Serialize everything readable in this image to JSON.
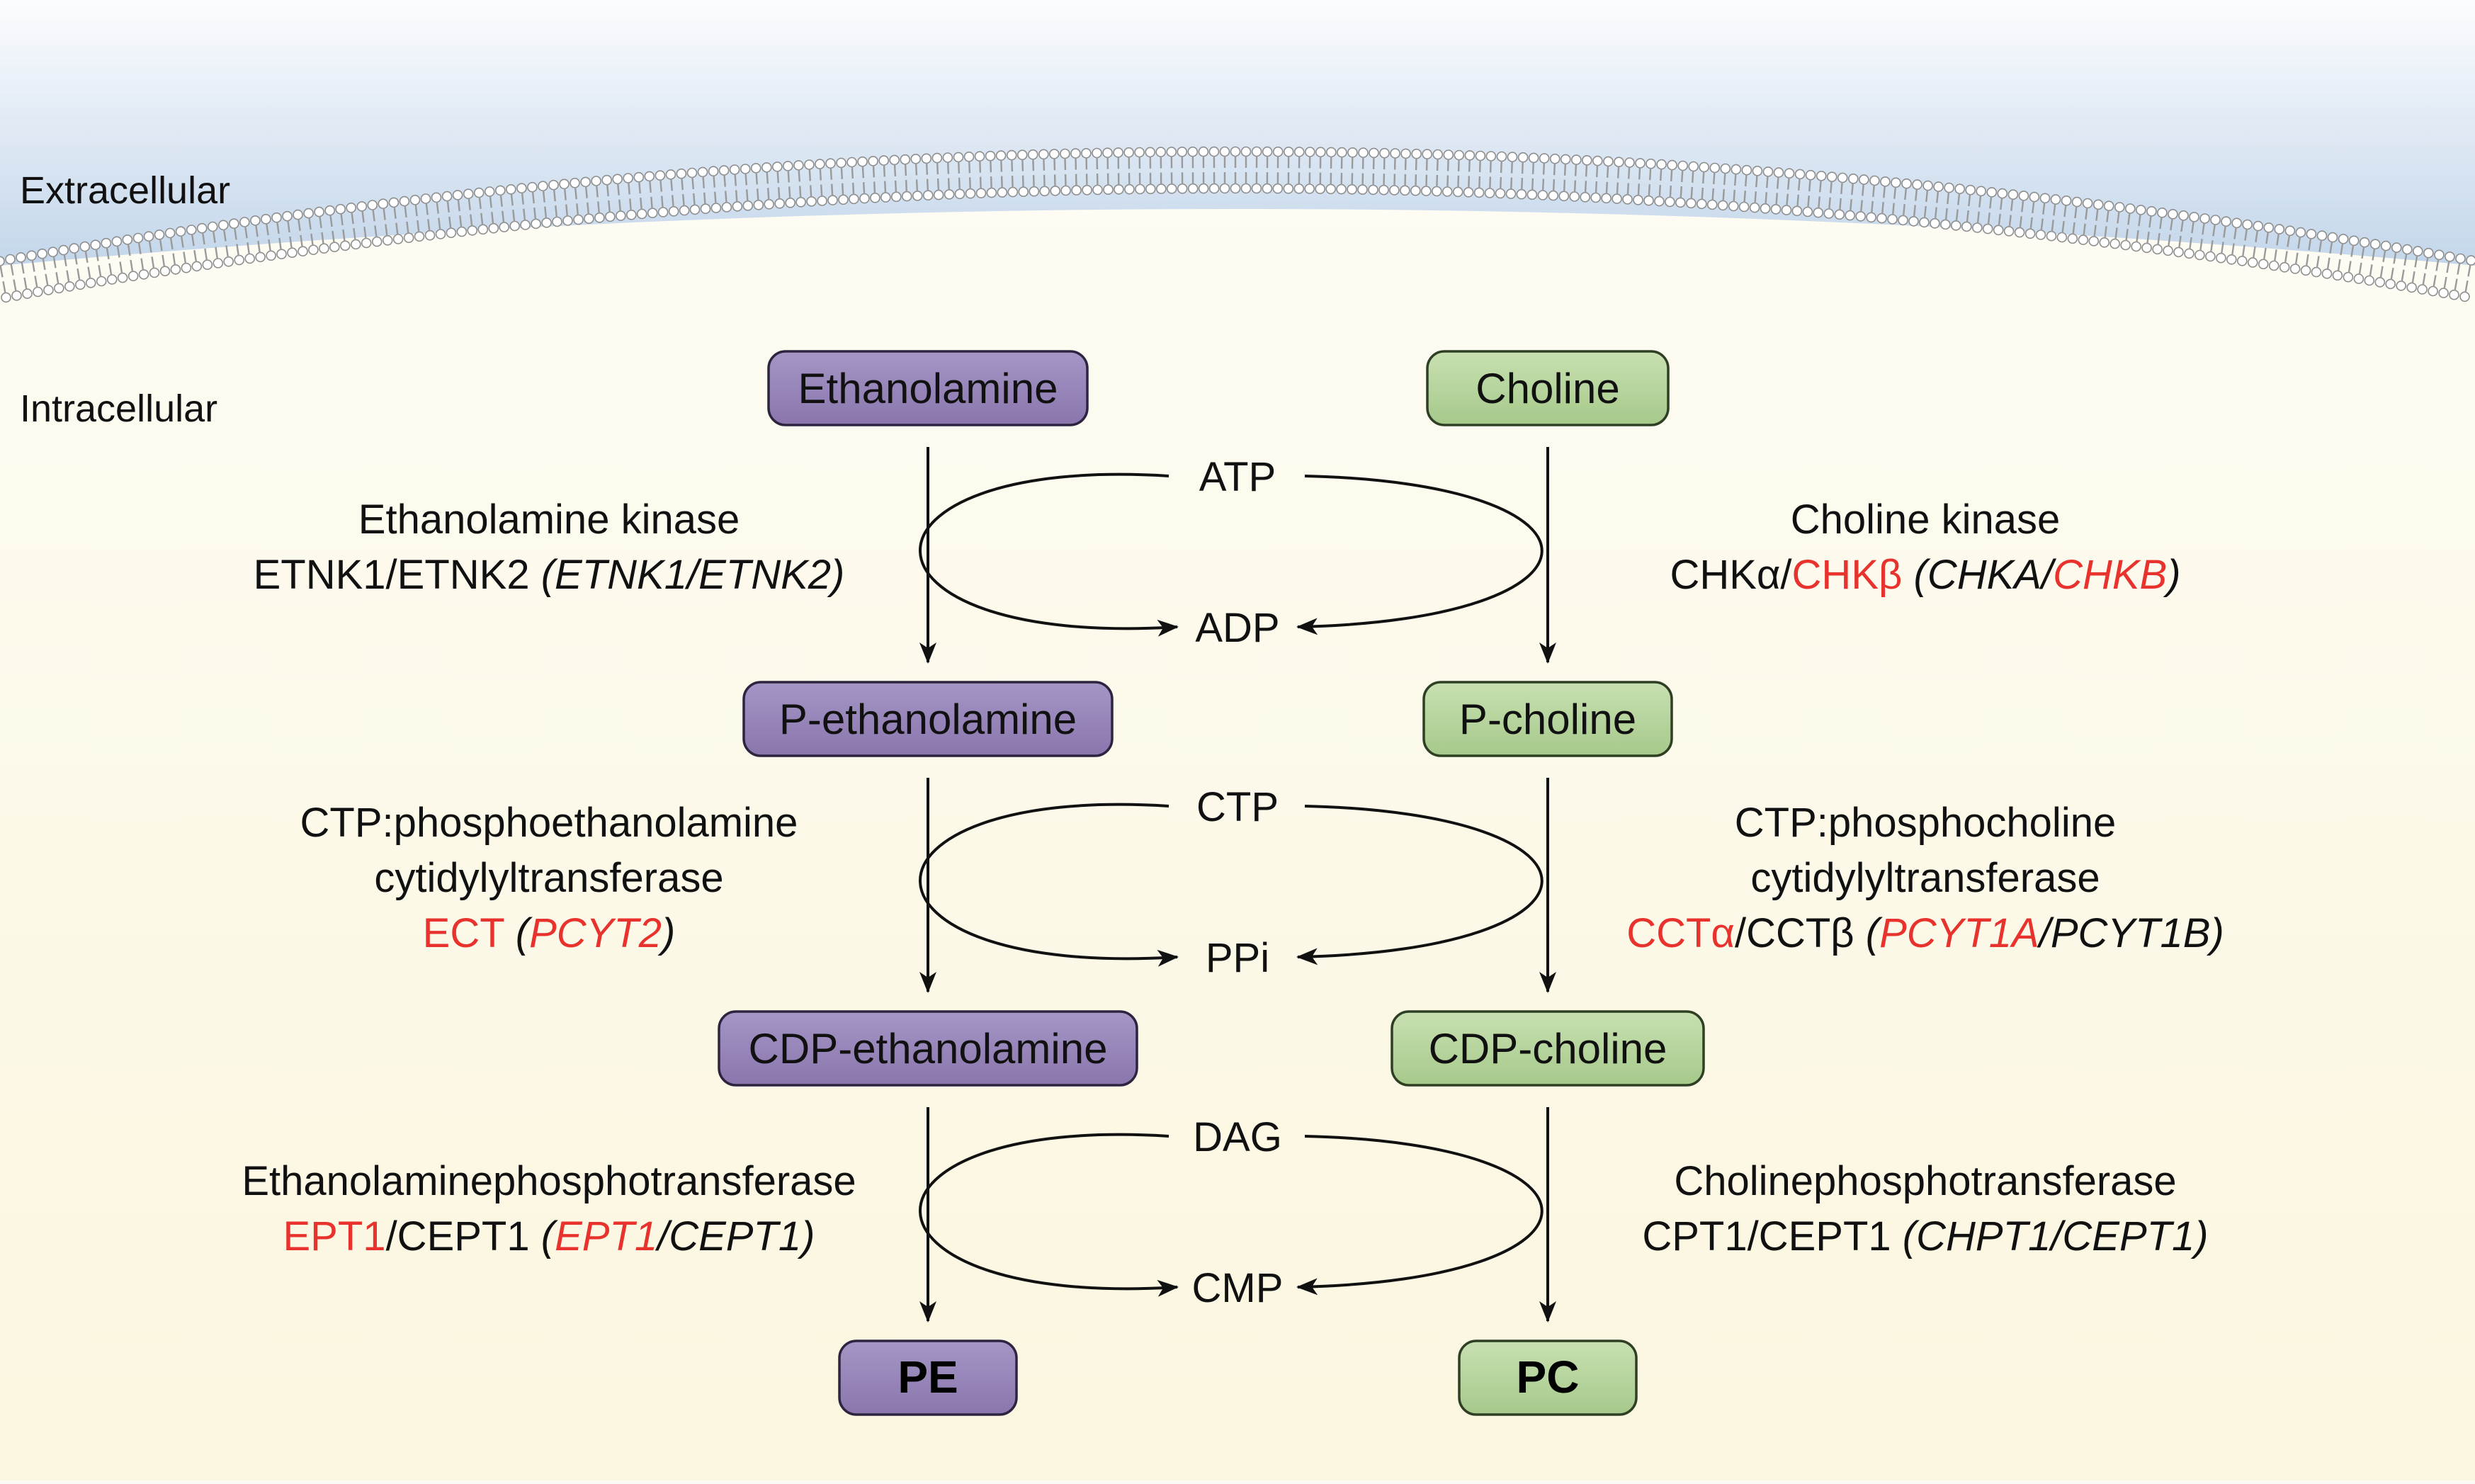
{
  "compartments": {
    "extracellular": "Extracellular",
    "intracellular": "Intracellular"
  },
  "colors": {
    "ethanolamine_node": "#8f7bb3",
    "choline_node": "#9fc380",
    "enzyme_highlight": "#e8322d",
    "text": "#111111"
  },
  "ethanolamine_branch": {
    "nodes": [
      "Ethanolamine",
      "P-ethanolamine",
      "CDP-ethanolamine",
      "PE"
    ],
    "enzymes": [
      {
        "lines": [
          [
            {
              "t": "Ethanolamine kinase"
            }
          ],
          [
            {
              "t": "ETNK1/ETNK2 "
            },
            {
              "t": "(ETNK1/ETNK2)",
              "i": true
            }
          ]
        ]
      },
      {
        "lines": [
          [
            {
              "t": "CTP:phosphoethanolamine"
            }
          ],
          [
            {
              "t": "cytidylyltransferase"
            }
          ],
          [
            {
              "t": "ECT",
              "r": true
            },
            {
              "t": " "
            },
            {
              "t": "(",
              "i": true
            },
            {
              "t": "PCYT2",
              "i": true,
              "r": true
            },
            {
              "t": ")",
              "i": true
            }
          ]
        ]
      },
      {
        "lines": [
          [
            {
              "t": "Ethanolaminephosphotransferase"
            }
          ],
          [
            {
              "t": "EPT1",
              "r": true
            },
            {
              "t": "/CEPT1 "
            },
            {
              "t": "(",
              "i": true
            },
            {
              "t": "EPT1",
              "i": true,
              "r": true
            },
            {
              "t": "/CEPT1)",
              "i": true
            }
          ]
        ]
      }
    ]
  },
  "choline_branch": {
    "nodes": [
      "Choline",
      "P-choline",
      "CDP-choline",
      "PC"
    ],
    "enzymes": [
      {
        "lines": [
          [
            {
              "t": "Choline kinase"
            }
          ],
          [
            {
              "t": "CHKα/"
            },
            {
              "t": "CHKβ",
              "r": true
            },
            {
              "t": " "
            },
            {
              "t": "(CHKA/",
              "i": true
            },
            {
              "t": "CHKB",
              "i": true,
              "r": true
            },
            {
              "t": ")",
              "i": true
            }
          ]
        ]
      },
      {
        "lines": [
          [
            {
              "t": "CTP:phosphocholine"
            }
          ],
          [
            {
              "t": "cytidylyltransferase"
            }
          ],
          [
            {
              "t": "CCTα",
              "r": true
            },
            {
              "t": "/CCTβ "
            },
            {
              "t": "(",
              "i": true
            },
            {
              "t": "PCYT1A",
              "i": true,
              "r": true
            },
            {
              "t": "/PCYT1B)",
              "i": true
            }
          ]
        ]
      },
      {
        "lines": [
          [
            {
              "t": "Cholinephosphotransferase"
            }
          ],
          [
            {
              "t": "CPT1/CEPT1 "
            },
            {
              "t": "(CHPT1/CEPT1)",
              "i": true
            }
          ]
        ]
      }
    ]
  },
  "cofactors": [
    {
      "in": "ATP",
      "out": "ADP"
    },
    {
      "in": "CTP",
      "out": "PPi"
    },
    {
      "in": "DAG",
      "out": "CMP"
    }
  ]
}
